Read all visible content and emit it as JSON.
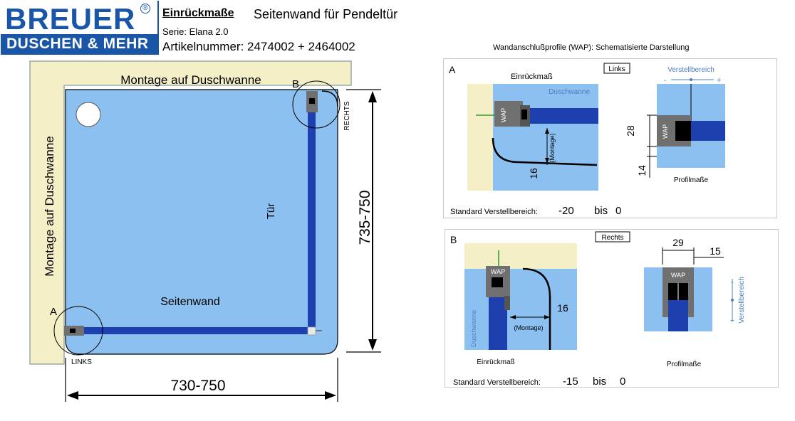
{
  "brand": {
    "name_top": "BREUER",
    "name_bottom": "DUSCHEN & MEHR",
    "registered": "®",
    "color": "#1a56a8"
  },
  "header": {
    "title": "Einrückmaße",
    "subtitle": "Seitenwand für Pendeltür",
    "series": "Serie:  Elana 2.0",
    "article": "Artikelnummer: 2474002 + 2464002"
  },
  "plan": {
    "label_top": "Montage auf Duschwanne",
    "label_left": "Montage auf Duschwanne",
    "label_door": "Tür",
    "label_sidewall": "Seitenwand",
    "marker_a": "A",
    "marker_b": "B",
    "label_rechts": "RECHTS",
    "label_links": "LINKS",
    "dim_width": "730-750",
    "dim_height": "735-750"
  },
  "wap": {
    "caption": "Wandanschlußprofile (WAP): Schematisierte Darstellung",
    "detail_a": {
      "letter": "A",
      "title": "Einrückmaß",
      "side_box": "Links",
      "tray": "Duschwanne",
      "wap": "WAP",
      "montage": "(Montage)",
      "dim_16": "16",
      "adjust": "Verstellbereich",
      "minus": "-",
      "plus": "+",
      "dim_28": "28",
      "dim_14": "14",
      "profile": "Profilmaße",
      "std_label": "Standard Verstellbereich:",
      "std_from": "-20",
      "std_bis": "bis",
      "std_to": "0"
    },
    "detail_b": {
      "letter": "B",
      "title": "Einrückmaß",
      "side_box": "Rechts",
      "tray": "Duschwanne",
      "wap": "WAP",
      "montage": "(Montage)",
      "dim_16": "16",
      "dim_29": "29",
      "dim_15": "15",
      "wap2": "WAP",
      "adjust": "Verstellbereich",
      "minus": "-",
      "plus": "+",
      "profile": "Profilmaße",
      "std_label": "Standard Verstellbereich:",
      "std_from": "-15",
      "std_bis": "bis",
      "std_to": "0"
    }
  },
  "colors": {
    "wall": "#f5efc8",
    "tray": "#8cc0f0",
    "profile": "#1e3fae",
    "wap_gray": "#707070",
    "line": "#000000",
    "frame": "#c9c9c9",
    "green": "#2aa02a"
  }
}
